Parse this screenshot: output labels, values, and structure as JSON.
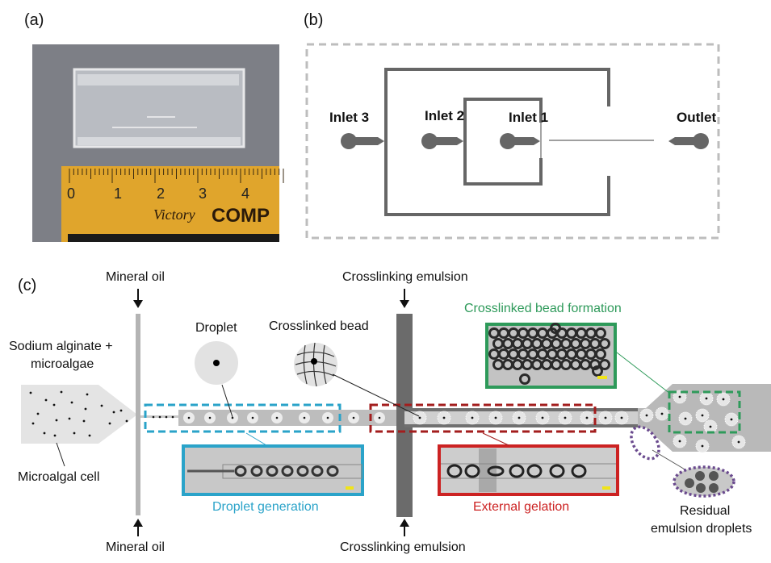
{
  "panels": {
    "a": {
      "label": "(a)",
      "ruler_numbers": [
        "0",
        "1",
        "2",
        "3",
        "4"
      ],
      "ruler_brand": "Victory",
      "ruler_text": "COMP"
    },
    "b": {
      "label": "(b)",
      "ports": {
        "inlet3": "Inlet 3",
        "inlet2": "Inlet 2",
        "inlet1": "Inlet 1",
        "outlet": "Outlet"
      }
    },
    "c": {
      "label": "(c)",
      "mineral_oil_top": "Mineral oil",
      "mineral_oil_bottom": "Mineral oil",
      "crosslinking_top": "Crosslinking emulsion",
      "crosslinking_bottom": "Crosslinking emulsion",
      "sodium_alginate_line1": "Sodium alginate +",
      "sodium_alginate_line2": "microalgae",
      "microalgal_cell": "Microalgal cell",
      "droplet": "Droplet",
      "crosslinked_bead": "Crosslinked bead",
      "droplet_generation": "Droplet generation",
      "external_gelation": "External gelation",
      "crosslinked_bead_formation": "Crosslinked bead formation",
      "residual_line1": "Residual",
      "residual_line2": "emulsion droplets"
    }
  },
  "colors": {
    "droplet_generation": "#2aa3c9",
    "external_gelation": "#cc2222",
    "bead_formation": "#2e9a5a",
    "residual": "#6a4a8e",
    "channel": "#6b6b6b",
    "ruler": "#e3a72a"
  }
}
